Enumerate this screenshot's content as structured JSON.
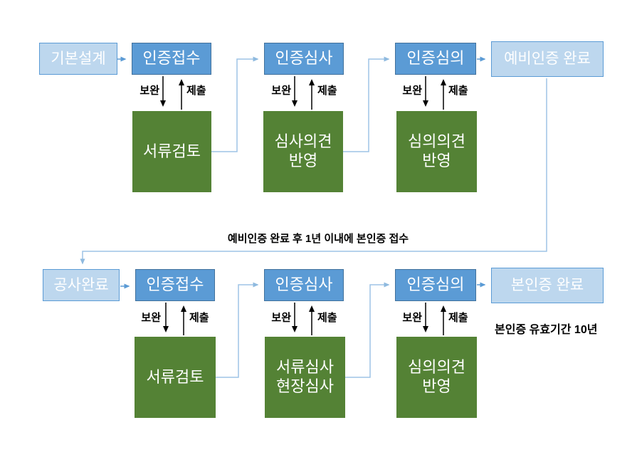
{
  "colors": {
    "process_fill": "#5B9BD5",
    "process_border": "#41719C",
    "terminal_fill": "#BDD7EE",
    "terminal_border": "#5B9BD5",
    "task_fill": "#548235",
    "connector_light": "#9DC3E6",
    "connector_medium": "#5B9BD5",
    "arrow_black": "#000000",
    "text_on_box": "#ffffff",
    "annotation_text": "#000000"
  },
  "labels": {
    "supplement": "보완",
    "submit": "제출"
  },
  "preliminary_flow": {
    "start": "기본설계",
    "steps": [
      "인증접수",
      "인증심사",
      "인증심의"
    ],
    "end": "예비인증 완료",
    "tasks": [
      "서류검토",
      "심사의견\n반영",
      "심의의견\n반영"
    ]
  },
  "main_flow": {
    "start": "공사완료",
    "steps": [
      "인증접수",
      "인증심사",
      "인증심의"
    ],
    "end": "본인증 완료",
    "tasks": [
      "서류검토",
      "서류심사\n현장심사",
      "심의의견\n반영"
    ]
  },
  "annotations": {
    "transition": "예비인증 완료 후 1년 이내에 본인증 접수",
    "validity": "본인증 유효기간 10년"
  }
}
